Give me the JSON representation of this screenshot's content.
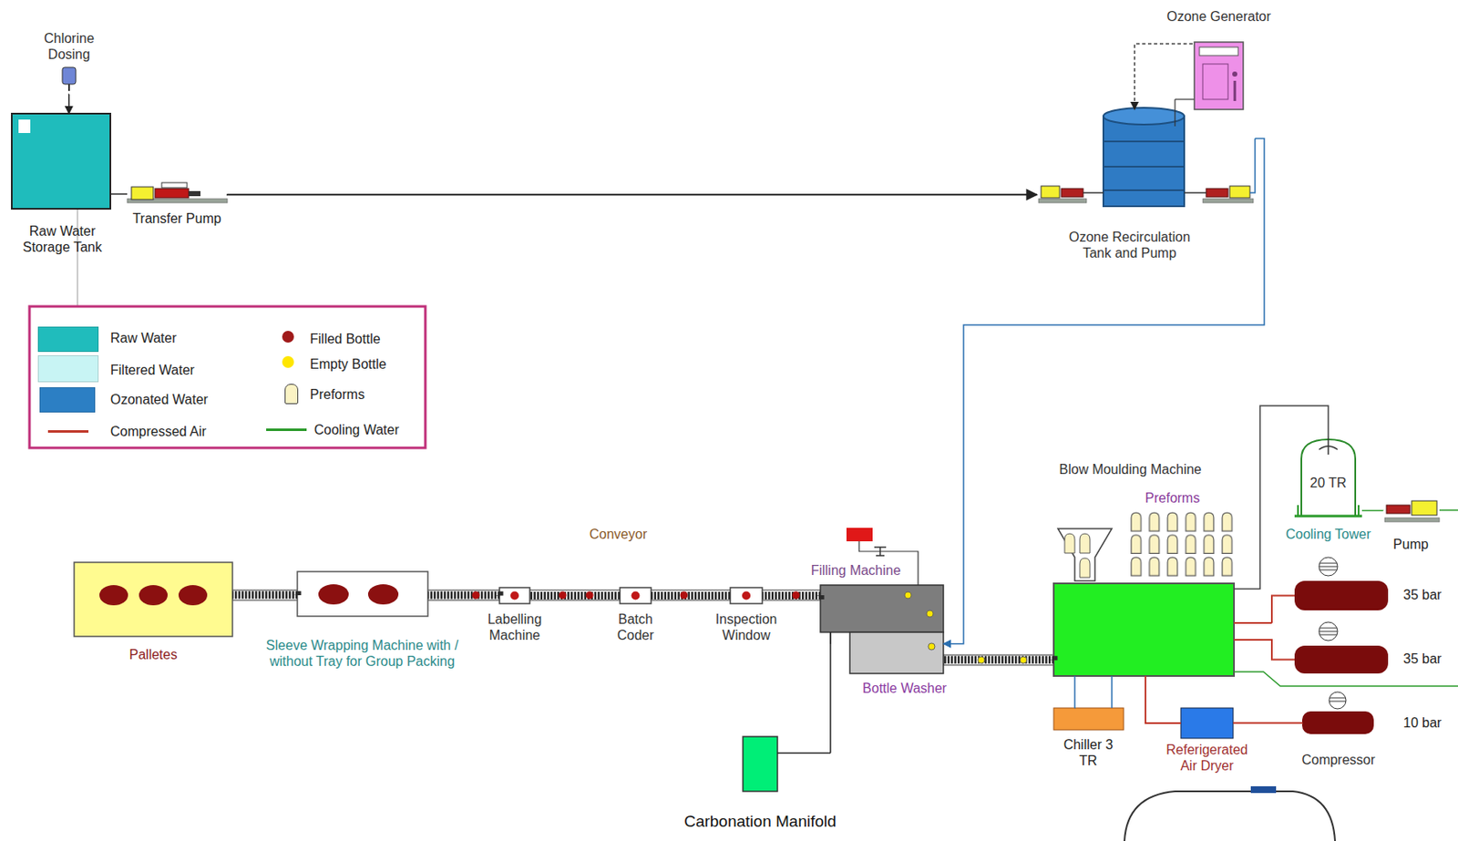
{
  "diagram": {
    "nodes": [
      {
        "text": [
          "Chlorine Dosing"
        ]
      },
      {
        "text": [
          "Raw Water Storage Tank"
        ]
      },
      {
        "text": [
          "Transfer Pump"
        ]
      },
      {
        "text": [
          "Ozone Generator"
        ]
      },
      {
        "text": [
          "Ozone Recirculation Tank and Pump"
        ]
      },
      {
        "text": [
          "Blow Moulding Machine"
        ]
      },
      {
        "text": [
          "20 TR",
          "Cooling Tower"
        ]
      },
      {
        "text": [
          "Pump"
        ]
      },
      {
        "text": [
          "Filling Machine"
        ]
      },
      {
        "text": [
          "Palletes"
        ]
      },
      {
        "text": [
          "Sleeve Wrapping Machine with / without Tray for Group Packing"
        ]
      },
      {
        "text": [
          "Labelling Machine"
        ]
      },
      {
        "text": [
          "Batch Coder"
        ]
      },
      {
        "text": [
          "Inspection Window"
        ]
      },
      {
        "text": [
          "35 bar"
        ]
      },
      {
        "text": [
          "35 bar"
        ]
      },
      {
        "text": [
          "Bottle Washer"
        ]
      },
      {
        "text": [
          "Chiller 3 TR"
        ]
      },
      {
        "text": [
          "Referigerated Air Dryer"
        ]
      },
      {
        "text": [
          "10 bar"
        ]
      },
      {
        "text": [
          "Carbonation Manifold"
        ]
      }
    ],
    "edges": [
      {
        "from": 0,
        "to": 1,
        "arrow": "to"
      },
      {
        "from": 1,
        "to": 2,
        "arrow": "none"
      },
      {
        "from": 2,
        "to": 4,
        "arrow": "to"
      },
      {
        "from": 3,
        "to": 4,
        "arrow": "to"
      },
      {
        "from": 4,
        "to": 16,
        "arrow": "to"
      },
      {
        "from": 5,
        "to": 16,
        "arrow": "none"
      },
      {
        "from": 8,
        "to": 13,
        "arrow": "none"
      },
      {
        "from": 13,
        "to": 12,
        "arrow": "none"
      },
      {
        "from": 12,
        "to": 11,
        "arrow": "none"
      },
      {
        "from": 11,
        "to": 10,
        "arrow": "none"
      },
      {
        "from": 10,
        "to": 9,
        "arrow": "none"
      },
      {
        "from": 20,
        "to": 8,
        "arrow": "none"
      },
      {
        "from": 6,
        "to": 5,
        "arrow": "none"
      },
      {
        "from": 7,
        "to": 6,
        "arrow": "none"
      },
      {
        "from": 14,
        "to": 5,
        "arrow": "none"
      },
      {
        "from": 15,
        "to": 5,
        "arrow": "none"
      },
      {
        "from": 19,
        "to": 18,
        "arrow": "none"
      },
      {
        "from": 18,
        "to": 5,
        "arrow": "none"
      },
      {
        "from": 17,
        "to": 5,
        "arrow": "none"
      }
    ],
    "labels": [
      "Conveyor",
      "Preforms",
      "Compressor"
    ],
    "legend": [
      {
        "text": "Raw Water",
        "color": "#20bcbc"
      },
      {
        "text": "Filtered Water",
        "color": "#c8f4f4"
      },
      {
        "text": "Ozonated Water",
        "color": "#2c7fc4"
      },
      {
        "text": "Compressed Air"
      },
      {
        "text": "Filled Bottle",
        "color": "#a01a1a"
      },
      {
        "text": "Empty Bottle",
        "color": "#ffe600"
      },
      {
        "text": "Preforms"
      },
      {
        "text": "Cooling Water"
      }
    ]
  }
}
